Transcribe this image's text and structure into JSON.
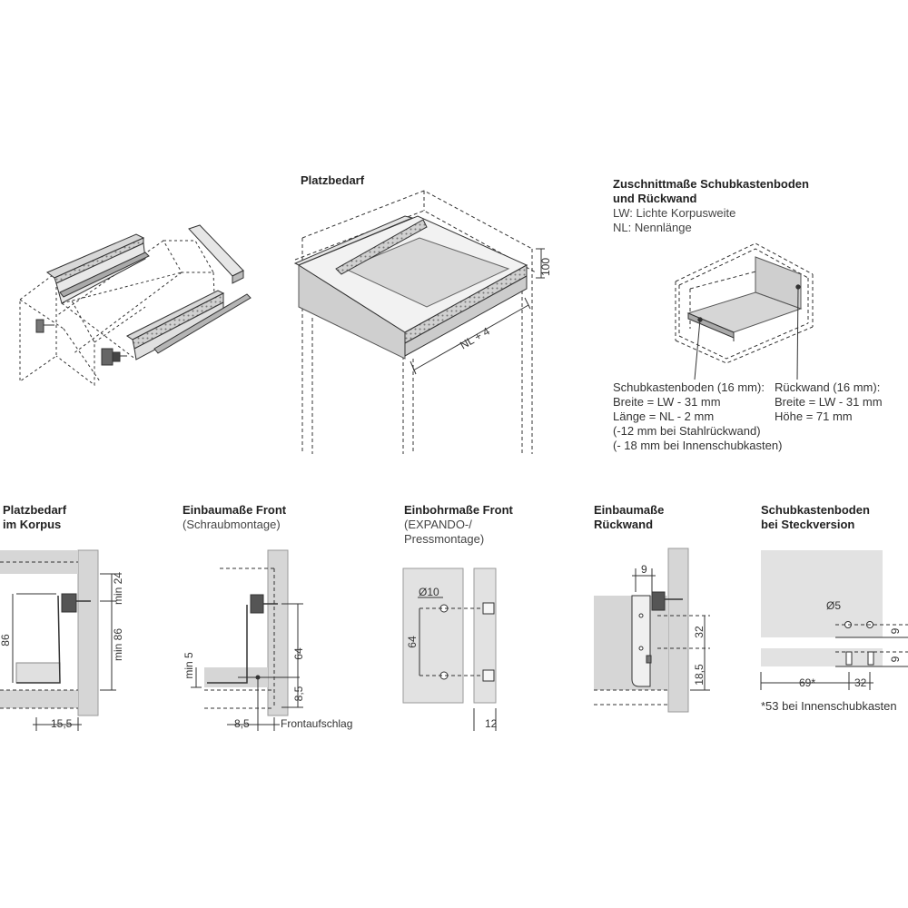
{
  "top": {
    "platzbedarf_title": "Platzbedarf",
    "dim_height": "100",
    "dim_length": "NL + 4",
    "zuschnitt": {
      "line1": "Zuschnittmaße Schubkastenboden",
      "line2": "und Rückwand",
      "line3": "LW: Lichte Korpusweite",
      "line4": "NL: Nennlänge"
    },
    "boden_info": [
      "Schubkastenboden (16 mm):",
      "Breite = LW - 31 mm",
      "Länge = NL - 2 mm",
      "(-12 mm bei Stahlrückwand)",
      "(- 18 mm bei Innenschubkasten)"
    ],
    "rueckwand_info": [
      "Rückwand (16 mm):",
      "Breite = LW - 31 mm",
      "Höhe = 71 mm"
    ]
  },
  "bottom": {
    "korpus": {
      "title1": "Platzbedarf",
      "title2": "im Korpus",
      "dim_86": "86",
      "dim_min86": "min 86",
      "dim_min24": "min 24",
      "dim_155": "15,5"
    },
    "front": {
      "title": "Einbaumaße Front",
      "sub": "(Schraubmontage)",
      "dim_64": "64",
      "dim_min5": "min 5",
      "dim_85v": "8,5",
      "dim_85h": "8,5",
      "frontaufschlag": "Frontaufschlag"
    },
    "bohr": {
      "title": "Einbohrmaße Front",
      "sub1": "(EXPANDO-/",
      "sub2": "Pressmontage)",
      "dim_d10": "Ø10",
      "dim_64": "64",
      "dim_12": "12"
    },
    "rueck": {
      "title1": "Einbaumaße",
      "title2": "Rückwand",
      "dim_9": "9",
      "dim_32": "32",
      "dim_185": "18,5"
    },
    "steck": {
      "title1": "Schubkastenboden",
      "title2": "bei Steckversion",
      "dim_d5": "Ø5",
      "dim_9a": "9",
      "dim_9b": "9",
      "dim_69": "69*",
      "dim_32": "32",
      "footnote": "*53 bei Innenschubkasten"
    }
  }
}
